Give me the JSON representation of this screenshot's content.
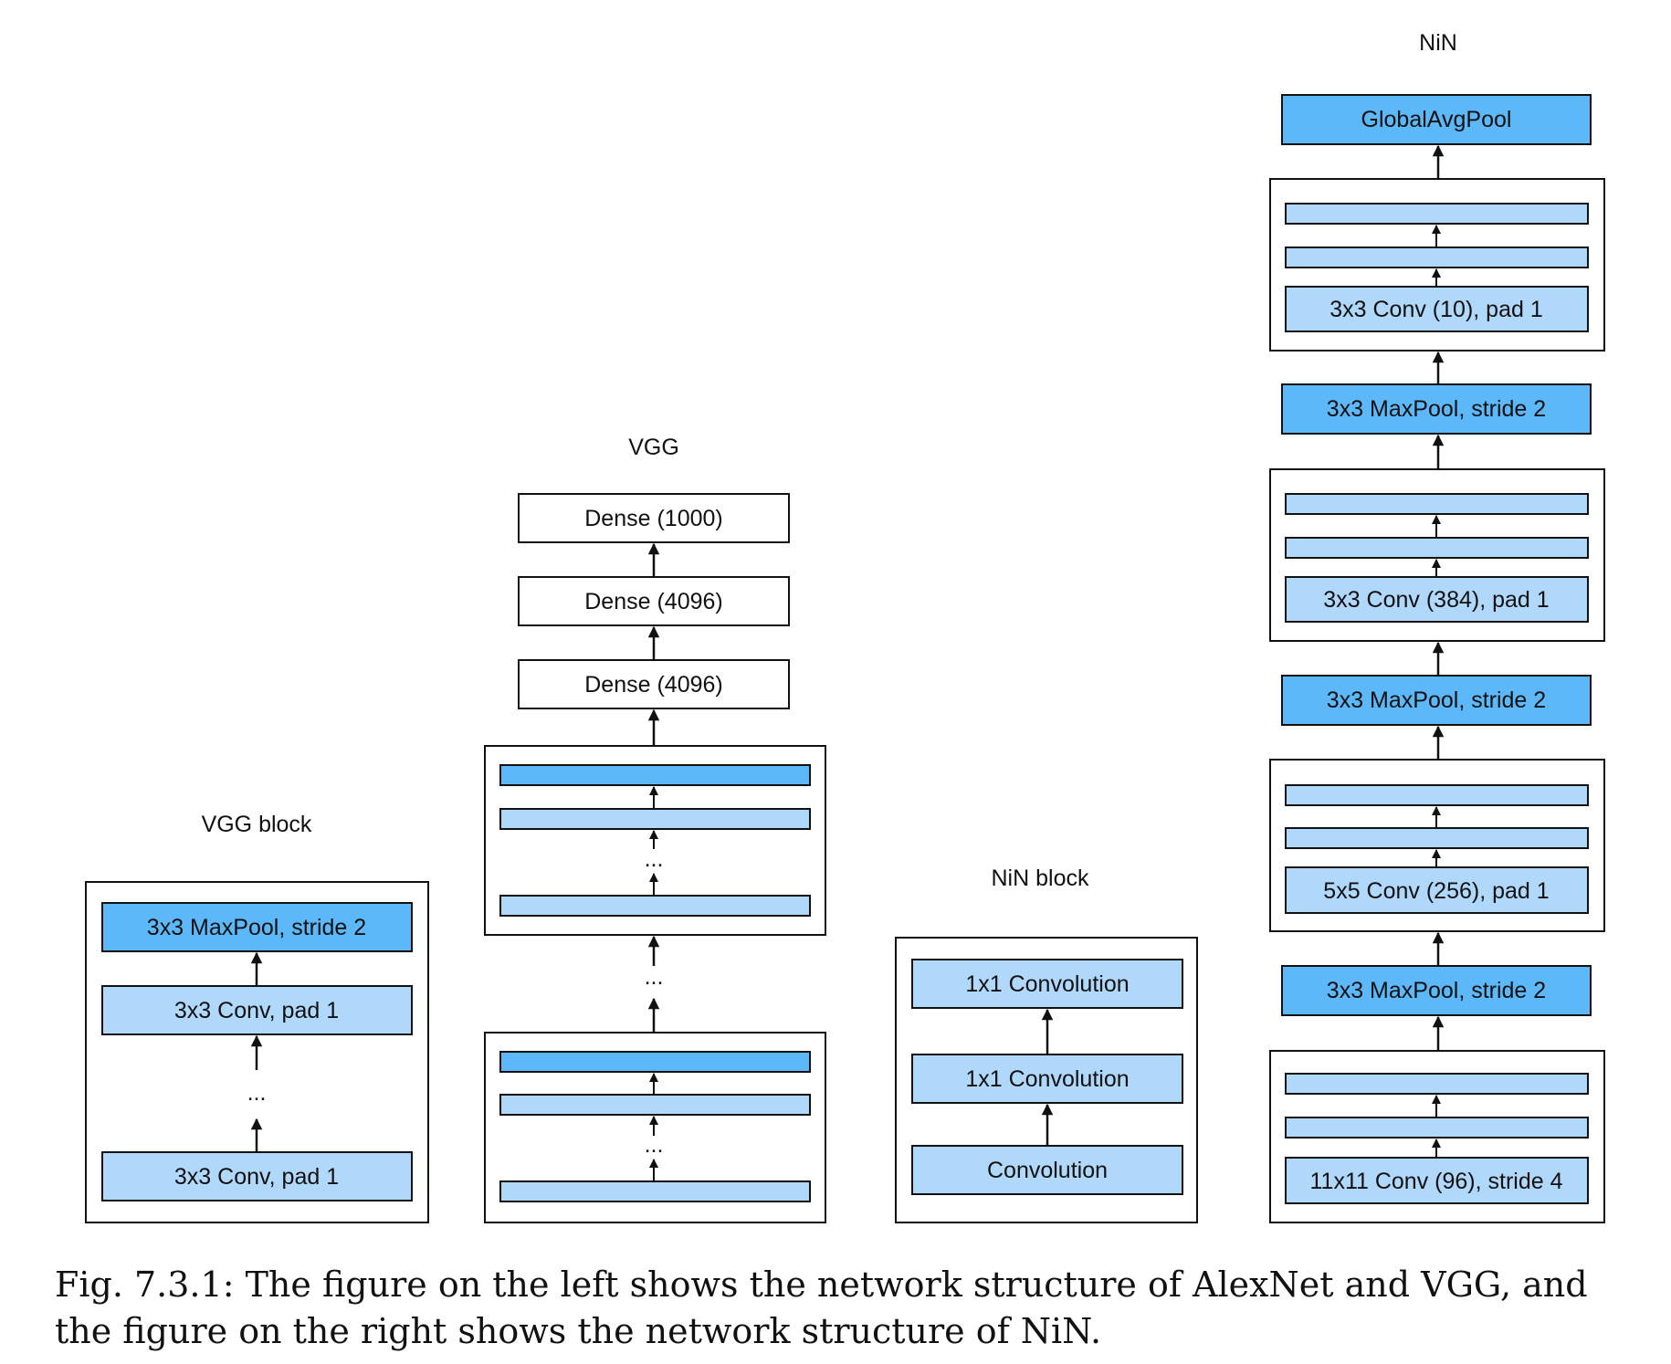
{
  "colors": {
    "pool": "#5cb8f9",
    "conv": "#b0d8fa",
    "outline": "#111111",
    "plain": "#ffffff"
  },
  "titles": {
    "vgg_block": "VGG block",
    "vgg": "VGG",
    "nin_block": "NiN block",
    "nin": "NiN"
  },
  "ellipsis": "...",
  "vgg_block": {
    "maxpool": "3x3 MaxPool, stride 2",
    "conv_top": "3x3 Conv, pad 1",
    "conv_bottom": "3x3 Conv, pad 1"
  },
  "vgg": {
    "dense_top": "Dense (1000)",
    "dense_mid": "Dense (4096)",
    "dense_low": "Dense (4096)"
  },
  "nin_block": {
    "conv1x1_top": "1x1 Convolution",
    "conv1x1_mid": "1x1 Convolution",
    "conv": "Convolution"
  },
  "nin": {
    "gap": "GlobalAvgPool",
    "block4_conv": "3x3 Conv (10), pad 1",
    "pool3": "3x3 MaxPool, stride 2",
    "block3_conv": "3x3 Conv (384), pad 1",
    "pool2": "3x3 MaxPool, stride 2",
    "block2_conv": "5x5 Conv (256), pad 1",
    "pool1": "3x3 MaxPool, stride 2",
    "block1_conv": "11x11 Conv (96), stride 4"
  },
  "caption": "Fig. 7.3.1: The figure on the left shows the network structure of AlexNet and VGG, and the figure on the right shows the network structure of NiN."
}
